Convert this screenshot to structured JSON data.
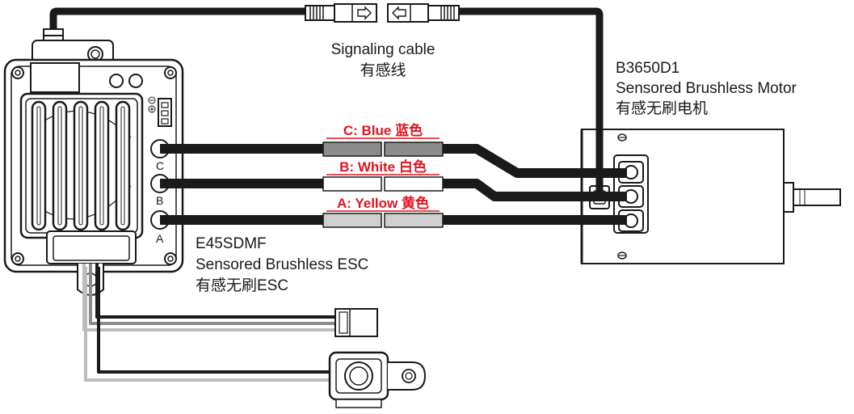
{
  "signal_cable": {
    "label_en": "Signaling cable",
    "label_cn": "有感线"
  },
  "motor": {
    "model": "B3650D1",
    "description_en": "Sensored Brushless Motor",
    "description_cn": "有感无刷电机"
  },
  "esc": {
    "model": "E45SDMF",
    "description_en": "Sensored Brushless ESC",
    "description_cn": "有感无刷ESC",
    "terminal_letters": [
      "C",
      "B",
      "A"
    ]
  },
  "phase_wires": [
    {
      "label": "C: Blue 蓝色",
      "sleeve_color": "#8c8c8c"
    },
    {
      "label": "B: White 白色",
      "sleeve_color": "#ffffff"
    },
    {
      "label": "A: Yellow 黄色",
      "sleeve_color": "#cfcfcf"
    }
  ],
  "colors": {
    "wire": "#1a1a1a",
    "label_red": "#e0141e",
    "outline": "#1a1a1a",
    "grey_wire": "#bdbdbd"
  },
  "icons": [
    "arrow-right-icon",
    "arrow-left-icon",
    "plus-icon",
    "minus-icon"
  ]
}
